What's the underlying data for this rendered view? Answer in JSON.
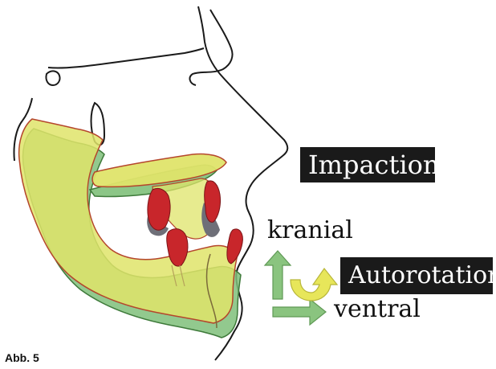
{
  "labels": {
    "impaction": "Impaction",
    "kranial": "kranial",
    "autorotation": "Autorotation",
    "ventral": "ventral"
  },
  "caption": "Abb. 5",
  "colors": {
    "outline": "#1a1a1a",
    "maxilla_yellow": "#dfe46a",
    "mandible_green": "#7fc07a",
    "teeth_red": "#c8262b",
    "teeth_shadow": "#6e6f78",
    "arrow_green": "#8ac47f",
    "arrow_yellow": "#e7e65a",
    "label_box": "#1a1a1a"
  }
}
